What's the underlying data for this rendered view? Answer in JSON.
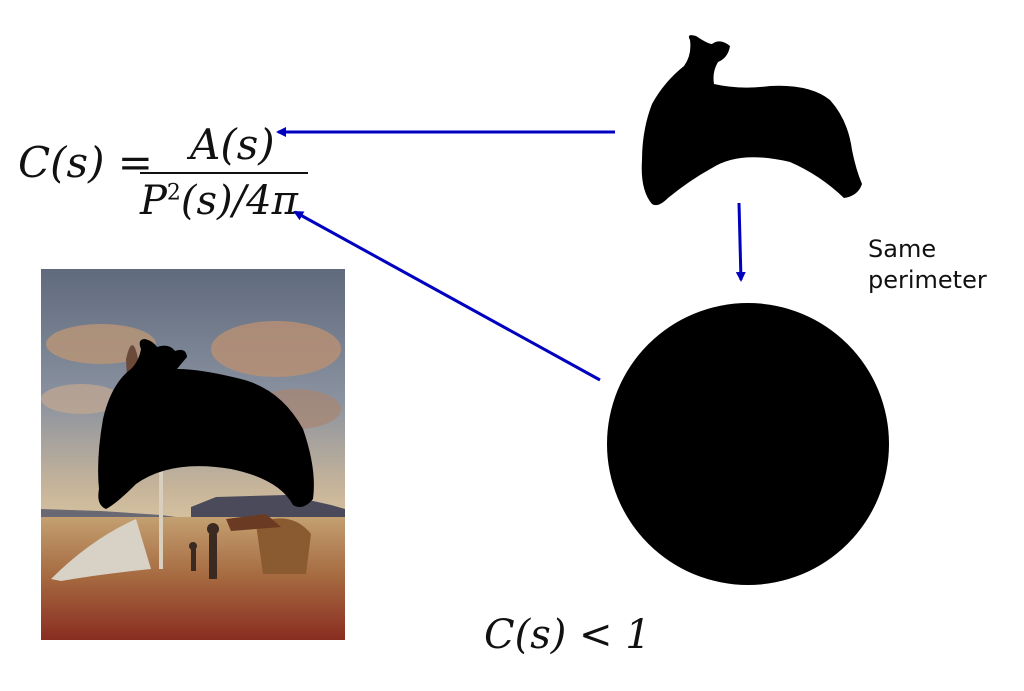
{
  "formula": {
    "lhs": "C(s) =",
    "numerator": "A(s)",
    "denominator_base": "P",
    "denominator_exp": "2",
    "denominator_rest": "(s)/4π"
  },
  "labels": {
    "same_perimeter_line1": "Same",
    "same_perimeter_line2": "perimeter",
    "result": "C(s) < 1"
  },
  "icons": {
    "painting": "surrealist-painting-with-black-blob",
    "blob": "black-irregular-shape",
    "circle": "black-circle",
    "arrow": "blue-arrow"
  },
  "colors": {
    "arrow": "#0000c0",
    "shape": "#000000",
    "background": "#ffffff"
  }
}
